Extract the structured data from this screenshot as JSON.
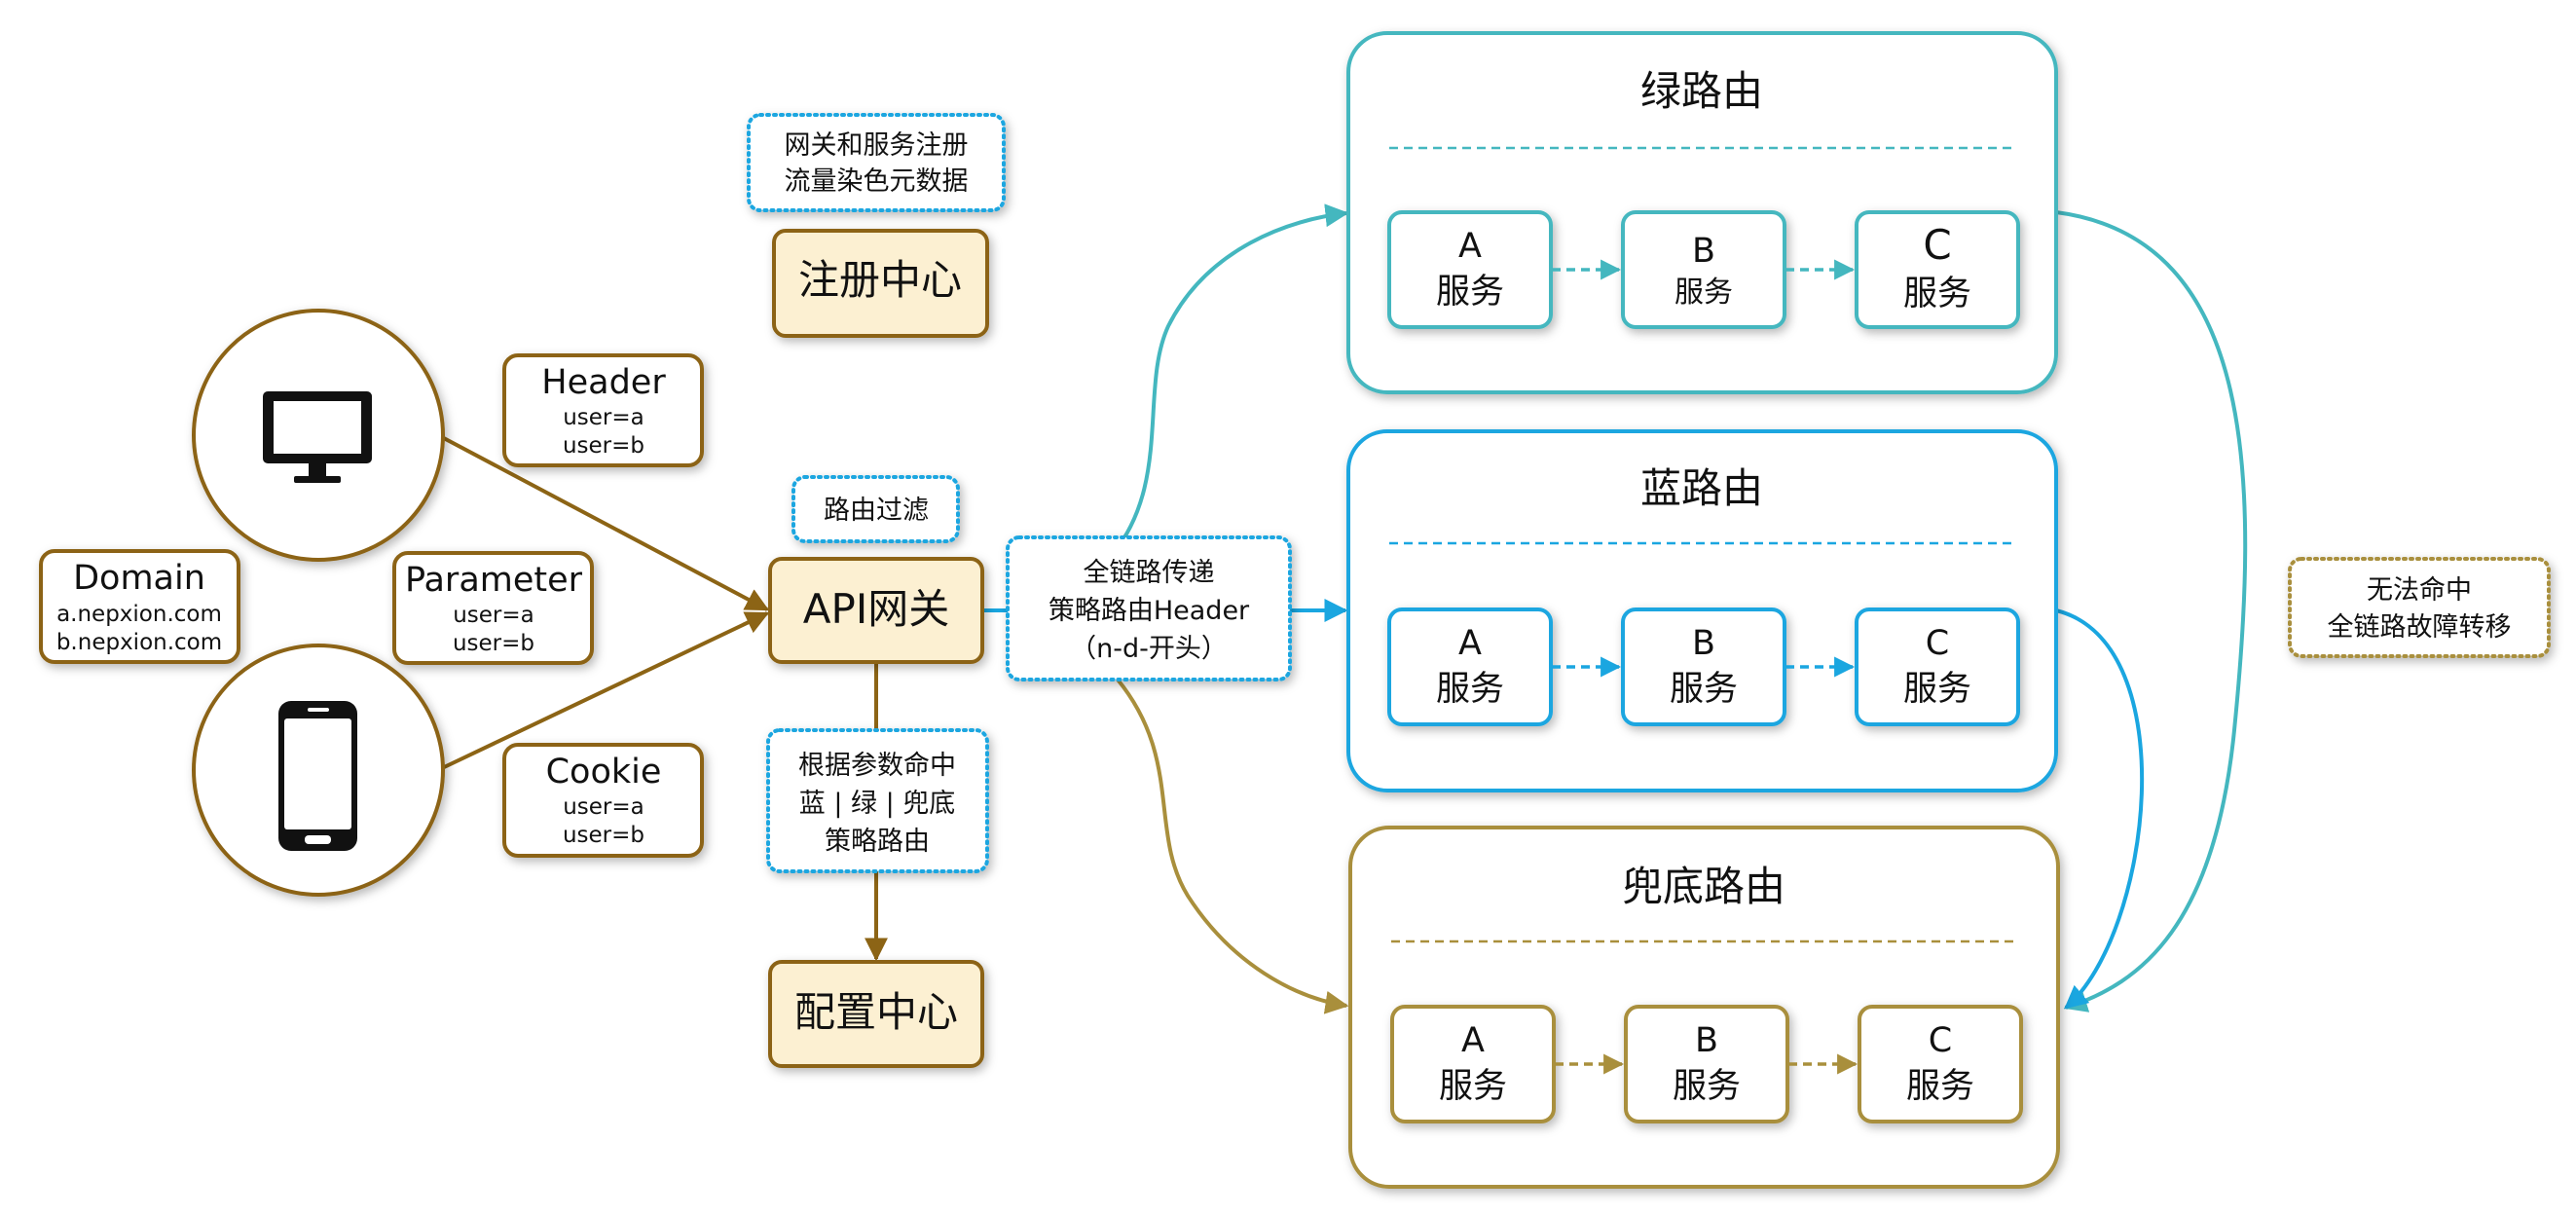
{
  "colors": {
    "green": "#44b7bf",
    "blue": "#1aa6e0",
    "gold": "#a98f3c",
    "brown": "#8c6415",
    "node_fill": "#fcf0d2"
  },
  "icons": {
    "client_pc": "monitor-icon",
    "client_mobile": "smartphone-icon"
  },
  "sources": {
    "domain": {
      "title": "Domain",
      "lines": [
        "a.nepxion.com",
        "b.nepxion.com"
      ]
    },
    "parameter": {
      "title": "Parameter",
      "lines": [
        "user=a",
        "user=b"
      ]
    },
    "header": {
      "title": "Header",
      "lines": [
        "user=a",
        "user=b"
      ]
    },
    "cookie": {
      "title": "Cookie",
      "lines": [
        "user=a",
        "user=b"
      ]
    }
  },
  "nodes": {
    "registry": "注册中心",
    "gateway": "API网关",
    "config": "配置中心"
  },
  "notes": {
    "registry": [
      "网关和服务注册",
      "流量染色元数据"
    ],
    "filter": [
      "路由过滤"
    ],
    "strategy": [
      "根据参数命中",
      "蓝 | 绿 | 兜底",
      "策略路由"
    ],
    "header_pass": [
      "全链路传递",
      "策略路由Header",
      "（n-d-开头）"
    ],
    "failover": [
      "无法命中",
      "全链路故障转移"
    ]
  },
  "routes": [
    {
      "key": "green",
      "title": "绿路由",
      "services": [
        {
          "name": "A",
          "label": "服务"
        },
        {
          "name": "B",
          "label": "服务"
        },
        {
          "name": "C",
          "label": "服务"
        }
      ]
    },
    {
      "key": "blue",
      "title": "蓝路由",
      "services": [
        {
          "name": "A",
          "label": "服务"
        },
        {
          "name": "B",
          "label": "服务"
        },
        {
          "name": "C",
          "label": "服务"
        }
      ]
    },
    {
      "key": "fallback",
      "title": "兜底路由",
      "services": [
        {
          "name": "A",
          "label": "服务"
        },
        {
          "name": "B",
          "label": "服务"
        },
        {
          "name": "C",
          "label": "服务"
        }
      ]
    }
  ]
}
